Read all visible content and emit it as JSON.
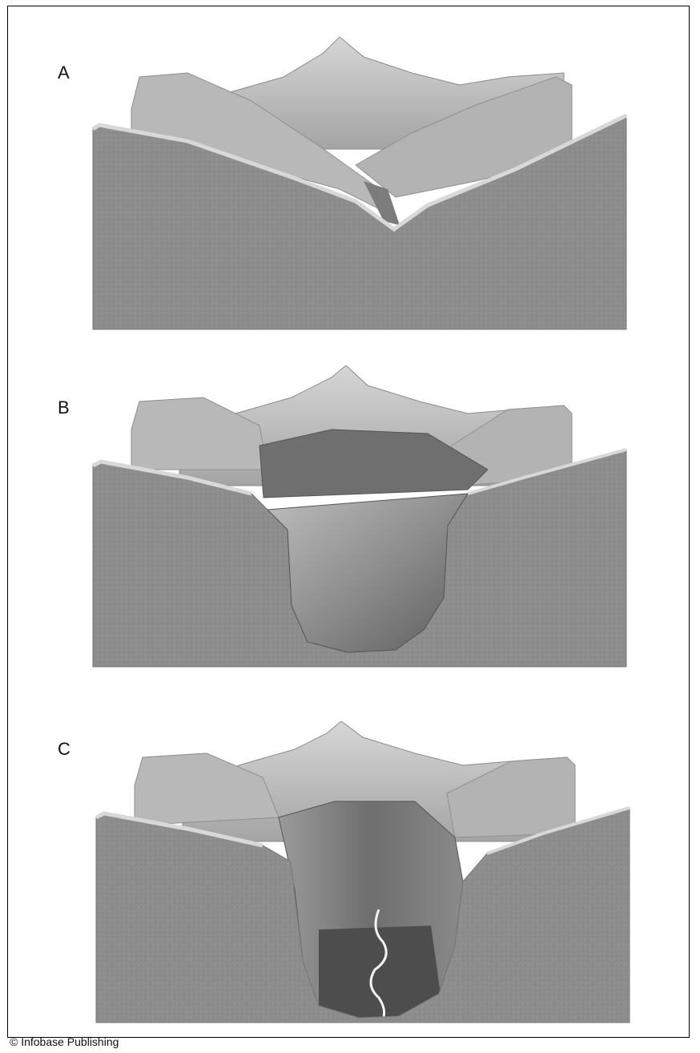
{
  "panels": [
    {
      "label": "A"
    },
    {
      "label": "B"
    },
    {
      "label": "C"
    }
  ],
  "credit": "© Infobase Publishing",
  "colors": {
    "block": "#8c8c8c",
    "block_dark": "#7a7a7a",
    "rock_light": "#c7c7c7",
    "rock_mid": "#a9a9a9",
    "ice": "#6f6f6f",
    "ice_dark": "#4a4a4a",
    "stream": "#f2f2f2"
  }
}
